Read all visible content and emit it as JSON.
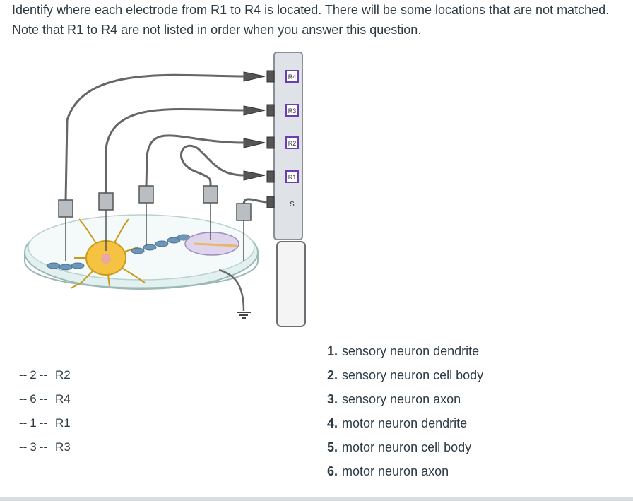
{
  "question": {
    "text": "Identify where each electrode from R1 to R4 is located. There will be some locations that are not matched. Note that R1 to R4 are not listed in order when you answer this question."
  },
  "figure": {
    "channel_labels": [
      "R4",
      "R3",
      "R2",
      "R1",
      "S"
    ],
    "colors": {
      "channel_border": "#6a3fb0",
      "neuron": "#f5c242",
      "axon": "#6d96b8",
      "dish": "#dff0ee"
    }
  },
  "answers": [
    {
      "value": "2",
      "label": "R2"
    },
    {
      "value": "6",
      "label": "R4"
    },
    {
      "value": "1",
      "label": "R1"
    },
    {
      "value": "3",
      "label": "R3"
    }
  ],
  "options": [
    {
      "num": "1.",
      "text": "sensory neuron dendrite"
    },
    {
      "num": "2.",
      "text": "sensory neuron cell body"
    },
    {
      "num": "3.",
      "text": "sensory neuron axon"
    },
    {
      "num": "4.",
      "text": "motor neuron dendrite"
    },
    {
      "num": "5.",
      "text": "motor neuron cell body"
    },
    {
      "num": "6.",
      "text": "motor neuron axon"
    }
  ]
}
